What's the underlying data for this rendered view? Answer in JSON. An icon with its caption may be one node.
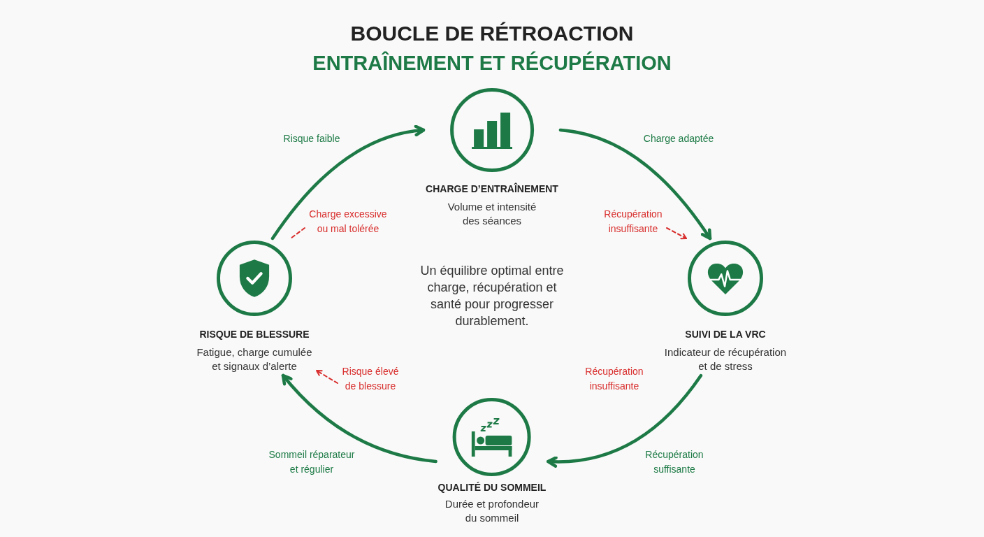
{
  "diagram": {
    "title": "BOUCLE DE RÉTROACTION",
    "nodes": [
      {
        "text": [
          "CHARGE D’ENTRAÎNEMENT",
          "Volume et intensité des séances"
        ]
      },
      {
        "text": [
          "RISQUE DE BLESSURE",
          "Fatigue, charge cumulée et signaux d’alerte"
        ]
      },
      {
        "text": [
          "SUIVI DE LA VRC",
          "Indicateur de récupération et de stress"
        ]
      },
      {
        "text": [
          "QUALITÉ DU SOMMEIL",
          "Durée et profondeur du sommeil"
        ]
      },
      {
        "text": [
          "Charge excessive ou mal tolérée"
        ]
      },
      {
        "text": [
          "Récupération insuffisante"
        ]
      },
      {
        "text": [
          "Risque élevé de blessure"
        ]
      }
    ],
    "edges": [
      {
        "from": 1,
        "to": 0,
        "arrow": "to",
        "label": "Risque faible"
      },
      {
        "from": 0,
        "to": 2,
        "arrow": "to",
        "label": "Charge adaptée"
      },
      {
        "from": 2,
        "to": 3,
        "arrow": "to",
        "label": "Récupération suffisante"
      },
      {
        "from": 3,
        "to": 1,
        "arrow": "to",
        "label": "Sommeil réparateur et régulier"
      },
      {
        "from": 4,
        "to": 1,
        "arrow": "none",
        "style": "dashed",
        "color": "#d92d2d"
      },
      {
        "from": 5,
        "to": 2,
        "arrow": "to",
        "style": "dashed",
        "color": "#d92d2d"
      },
      {
        "from": 6,
        "to": 1,
        "arrow": "to",
        "style": "dashed",
        "color": "#d92d2d"
      }
    ],
    "labels": [
      "ENTRAÎNEMENT ET RÉCUPÉRATION",
      "Un équilibre optimal entre charge, récupération et santé pour progresser durablement.",
      "Récupération insuffisante"
    ]
  }
}
